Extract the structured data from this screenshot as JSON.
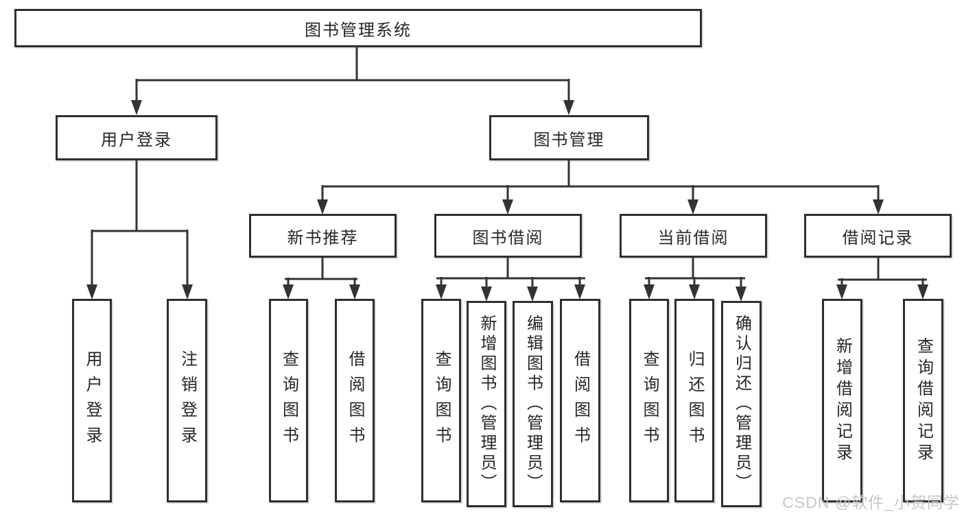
{
  "nodes": {
    "root": "图书管理系统",
    "userLogin": "用户登录",
    "bookMgmt": "图书管理",
    "newBookRec": "新书推荐",
    "bookBorrow": "图书借阅",
    "currentBorrow": "当前借阅",
    "borrowRecords": "借阅记录",
    "leafUserLogin": "用户登录",
    "leafLogout": "注销登录",
    "leafQueryBook1": "查询图书",
    "leafBorrowBook1": "借阅图书",
    "leafQueryBook2": "查询图书",
    "leafAddBook": "新增图书（管理员）",
    "leafEditBook": "编辑图书（管理员）",
    "leafBorrowBook2": "借阅图书",
    "leafQueryBook3": "查询图书",
    "leafReturnBook": "归还图书",
    "leafConfirmReturn": "确认归还（管理员）",
    "leafAddRecord": "新增借阅记录",
    "leafQueryRecord": "查询借阅记录"
  },
  "hierarchy": {
    "图书管理系统": [
      "用户登录",
      "图书管理"
    ],
    "用户登录": [
      "用户登录",
      "注销登录"
    ],
    "图书管理": [
      "新书推荐",
      "图书借阅",
      "当前借阅",
      "借阅记录"
    ],
    "新书推荐": [
      "查询图书",
      "借阅图书"
    ],
    "图书借阅": [
      "查询图书",
      "新增图书（管理员）",
      "编辑图书（管理员）",
      "借阅图书"
    ],
    "当前借阅": [
      "查询图书",
      "归还图书",
      "确认归还（管理员）"
    ],
    "借阅记录": [
      "新增借阅记录",
      "查询借阅记录"
    ]
  },
  "colors": {
    "line": "#333333",
    "border": "#2e2e2e",
    "text": "#262626",
    "background": "#ffffff",
    "watermark": "#c4c4c4"
  },
  "watermark": {
    "text": "CSDN @软件_小贺同学"
  }
}
